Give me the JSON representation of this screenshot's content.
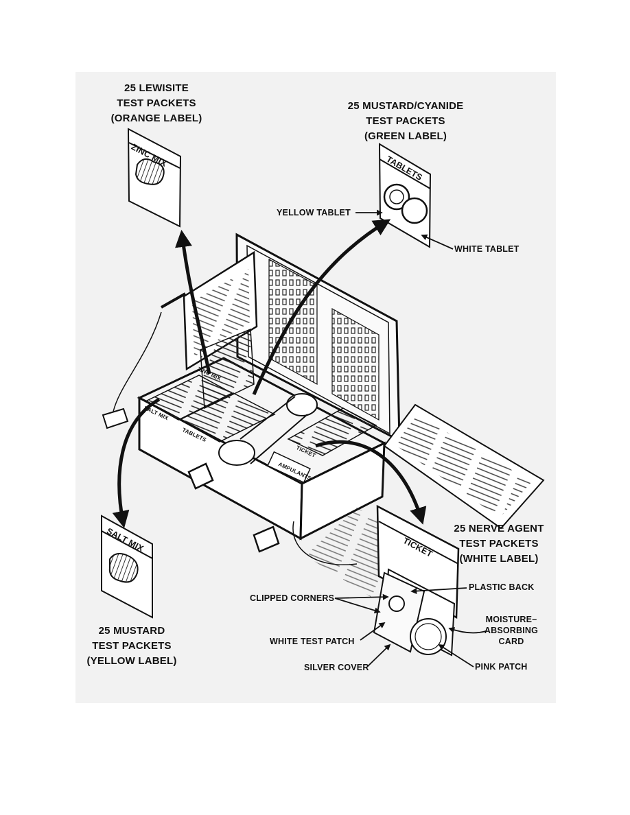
{
  "callouts": {
    "lewisite": {
      "lines": [
        "25 LEWISITE",
        "TEST PACKETS",
        "(ORANGE LABEL)"
      ],
      "packet_label": "ZINC MIX"
    },
    "mustard_cyanide": {
      "lines": [
        "25 MUSTARD/CYANIDE",
        "TEST PACKETS",
        "(GREEN LABEL)"
      ],
      "packet_label": "TABLETS"
    },
    "mustard": {
      "lines": [
        "25 MUSTARD",
        "TEST PACKETS",
        "(YELLOW LABEL)"
      ],
      "packet_label": "SALT MIX"
    },
    "nerve": {
      "lines": [
        "25 NERVE AGENT",
        "TEST PACKETS",
        "(WHITE LABEL)"
      ],
      "packet_label": "TICKET"
    }
  },
  "parts": {
    "yellow_tablet": "YELLOW TABLET",
    "white_tablet": "WHITE TABLET",
    "plastic_back": "PLASTIC BACK",
    "clipped_corners": "CLIPPED CORNERS",
    "moisture_card": [
      "MOISTURE–",
      "ABSORBING",
      "CARD"
    ],
    "white_test_patch": "WHITE TEST PATCH",
    "silver_cover": "SILVER COVER",
    "pink_patch": "PINK PATCH"
  },
  "kit_labels": {
    "zinc_mix": "ZINC MIX",
    "salt_mix": "SALT MIX",
    "tablets": "TABLETS",
    "ticket": "TICKET",
    "ampoules": "AMPULANTS"
  }
}
